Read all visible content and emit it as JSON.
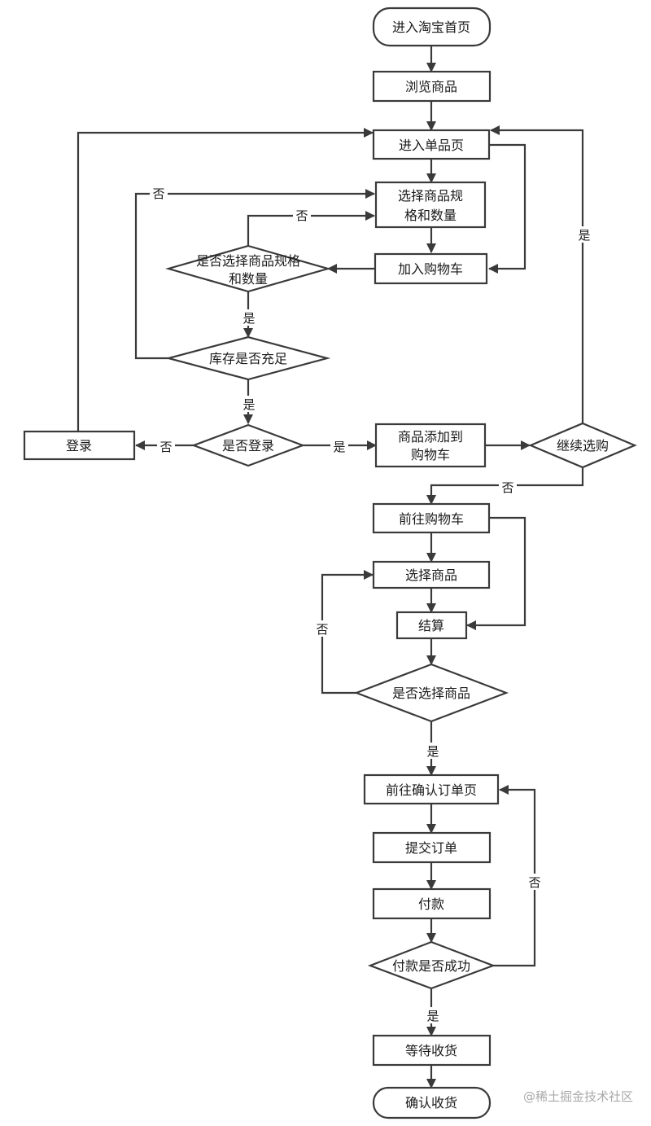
{
  "nodes": {
    "enter_home": "进入淘宝首页",
    "browse_goods": "浏览商品",
    "enter_item_page": "进入单品页",
    "select_spec": [
      "选择商品规",
      "格和数量"
    ],
    "add_to_cart": "加入购物车",
    "spec_selected_q": [
      "是否选择商品规格",
      "和数量"
    ],
    "stock_enough_q": "库存是否充足",
    "login": "登录",
    "logged_in_q": "是否登录",
    "goods_added": [
      "商品添加到",
      "购物车"
    ],
    "continue_shopping_q": "继续选购",
    "go_to_cart": "前往购物车",
    "select_goods": "选择商品",
    "checkout": "结算",
    "goods_selected_q": "是否选择商品",
    "confirm_order_page": "前往确认订单页",
    "submit_order": "提交订单",
    "pay": "付款",
    "pay_success_q": "付款是否成功",
    "await_delivery": "等待收货",
    "confirm_receipt": "确认收货"
  },
  "edge_labels": {
    "yes": "是",
    "no": "否"
  },
  "watermark": "@稀土掘金技术社区"
}
